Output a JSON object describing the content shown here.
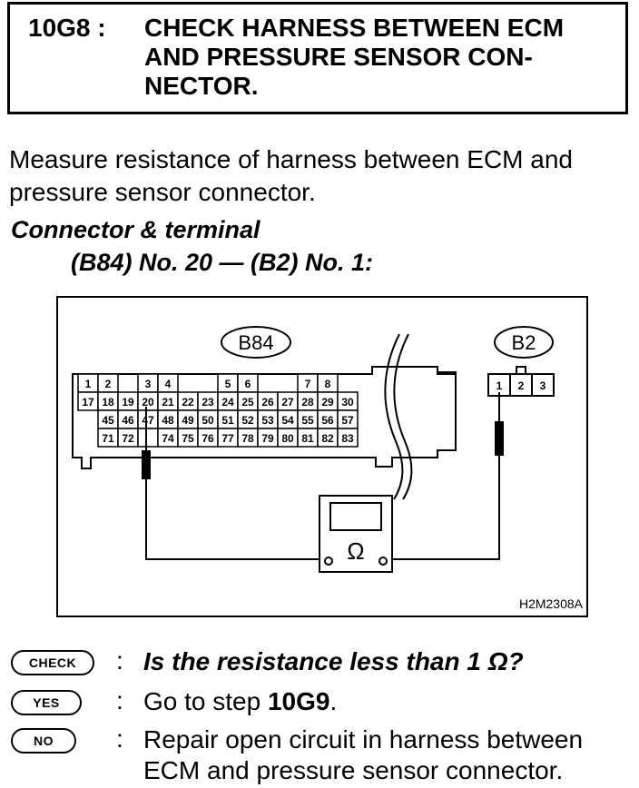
{
  "header": {
    "step_code": "10G8 :",
    "title_lines": [
      "CHECK HARNESS BETWEEN ECM",
      "AND PRESSURE SENSOR CON-",
      "NECTOR."
    ]
  },
  "instruction_lines": [
    "Measure resistance of harness between ECM and",
    "pressure sensor connector."
  ],
  "connector": {
    "heading": "Connector & terminal",
    "spec": "(B84) No. 20 — (B2) No. 1:"
  },
  "diagram": {
    "ecm_connector_label": "B84",
    "sensor_connector_label": "B2",
    "ecm_row1": [
      "1",
      "2",
      "",
      "3",
      "4",
      "",
      "",
      "5",
      "6",
      "",
      "",
      "7",
      "8",
      ""
    ],
    "ecm_row2": [
      "17",
      "18",
      "19",
      "20",
      "21",
      "22",
      "23",
      "24",
      "25",
      "26",
      "27",
      "28",
      "29",
      "30"
    ],
    "ecm_row3": [
      "",
      "45",
      "46",
      "47",
      "48",
      "49",
      "50",
      "51",
      "52",
      "53",
      "54",
      "55",
      "56",
      "57"
    ],
    "ecm_row4": [
      "",
      "71",
      "72",
      "",
      "74",
      "75",
      "76",
      "77",
      "78",
      "79",
      "80",
      "81",
      "82",
      "83"
    ],
    "sensor_terminals": [
      "1",
      "2",
      "3"
    ],
    "meter_symbol": "Ω",
    "figure_id": "H2M2308A"
  },
  "check": {
    "badge": "CHECK",
    "text": "Is the resistance less than 1 Ω?"
  },
  "yes": {
    "badge": "YES",
    "text_prefix": "Go to step ",
    "step": "10G9",
    "text_suffix": "."
  },
  "no": {
    "badge": "NO",
    "text_lines": [
      "Repair open circuit in harness between",
      "ECM and pressure sensor connector."
    ]
  },
  "separator": ":"
}
